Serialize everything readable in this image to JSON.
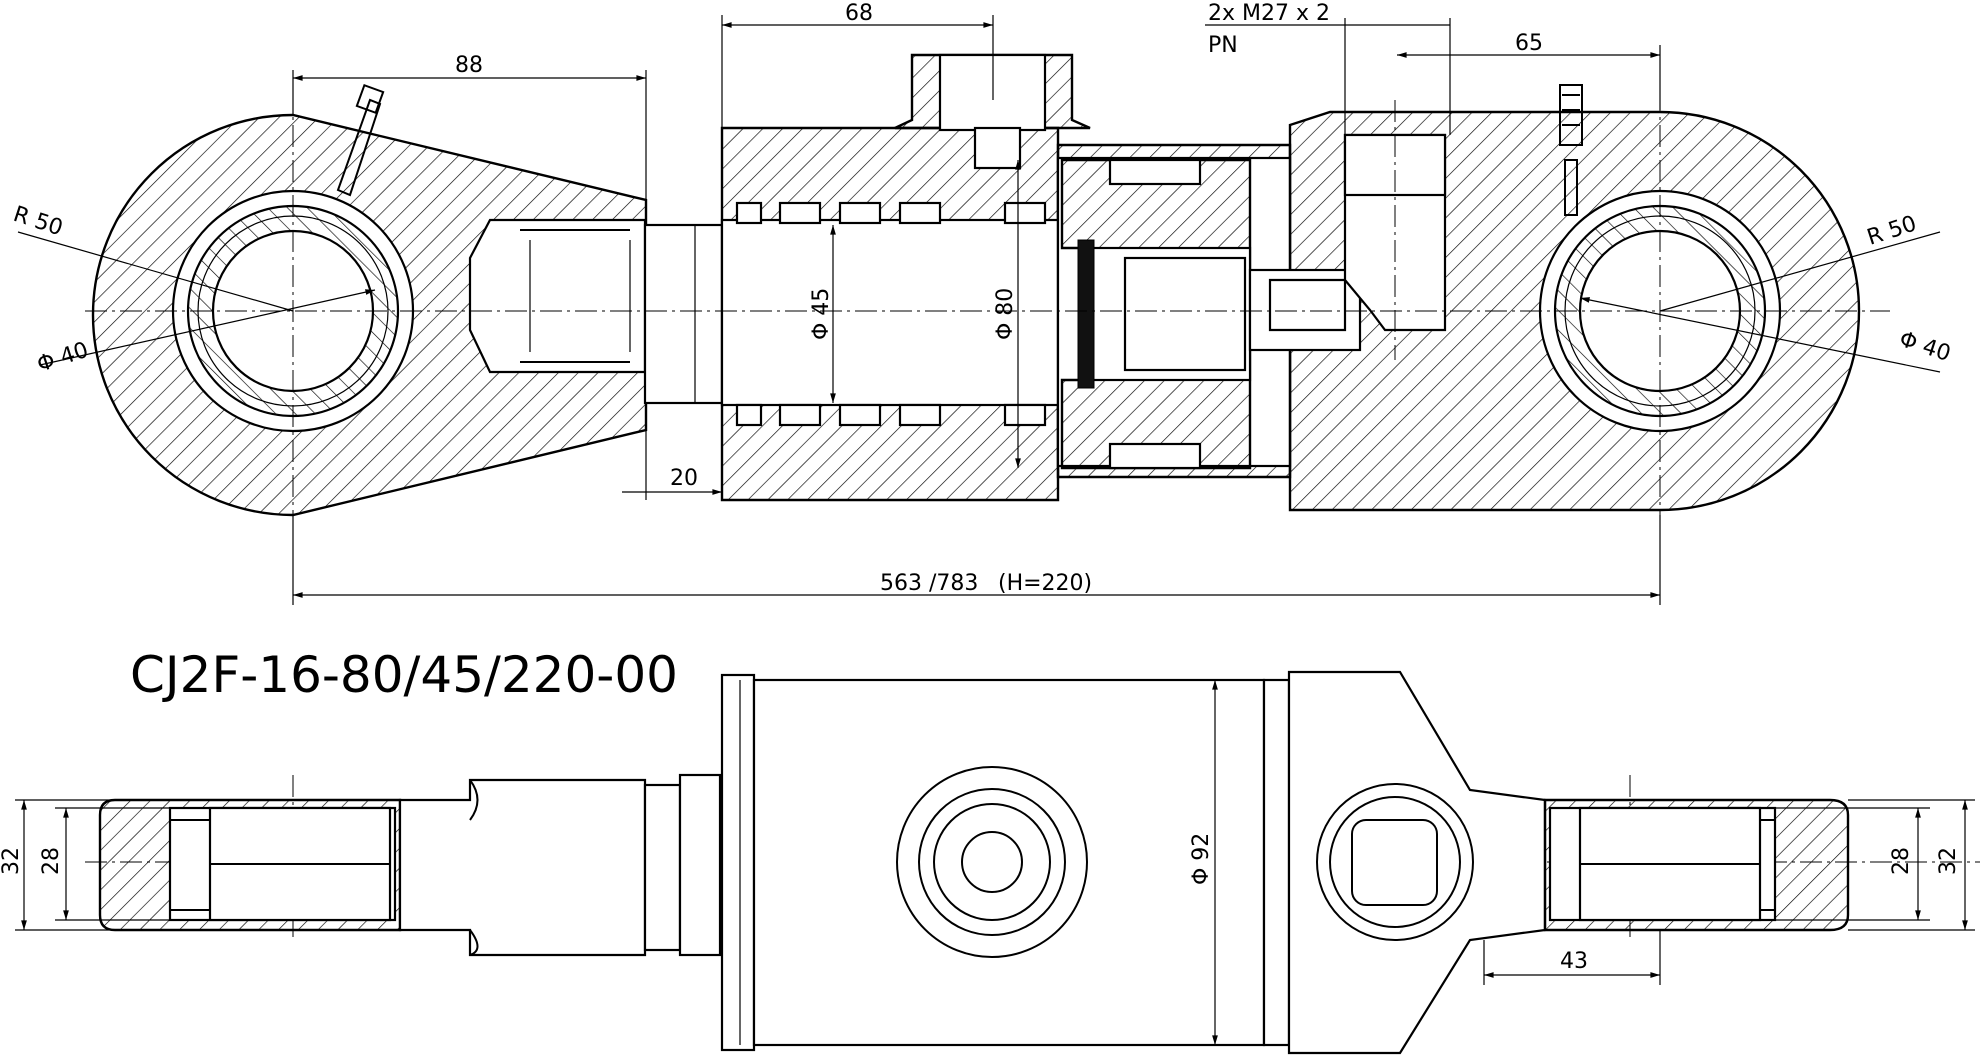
{
  "part_number": "CJ2F-16-80/45/220-00",
  "dimensions": {
    "top_left_88": "88",
    "top_68": "68",
    "port_thread_line1": "2x M27 x 2",
    "port_thread_line2": "PN",
    "top_right_65": "65",
    "radius_left": "R 50",
    "radius_right": "R 50",
    "bore_left": "Φ 40",
    "bore_right": "Φ 40",
    "rod_dia": "Φ 45",
    "piston_dia": "Φ 80",
    "gland_offset": "20",
    "overall_length": "563 /783",
    "stroke": "(H=220)",
    "tube_od": "Φ 92",
    "eye_left_outer": "32",
    "eye_left_inner": "28",
    "eye_right_inner": "28",
    "eye_right_outer": "32",
    "bottom_43": "43"
  }
}
